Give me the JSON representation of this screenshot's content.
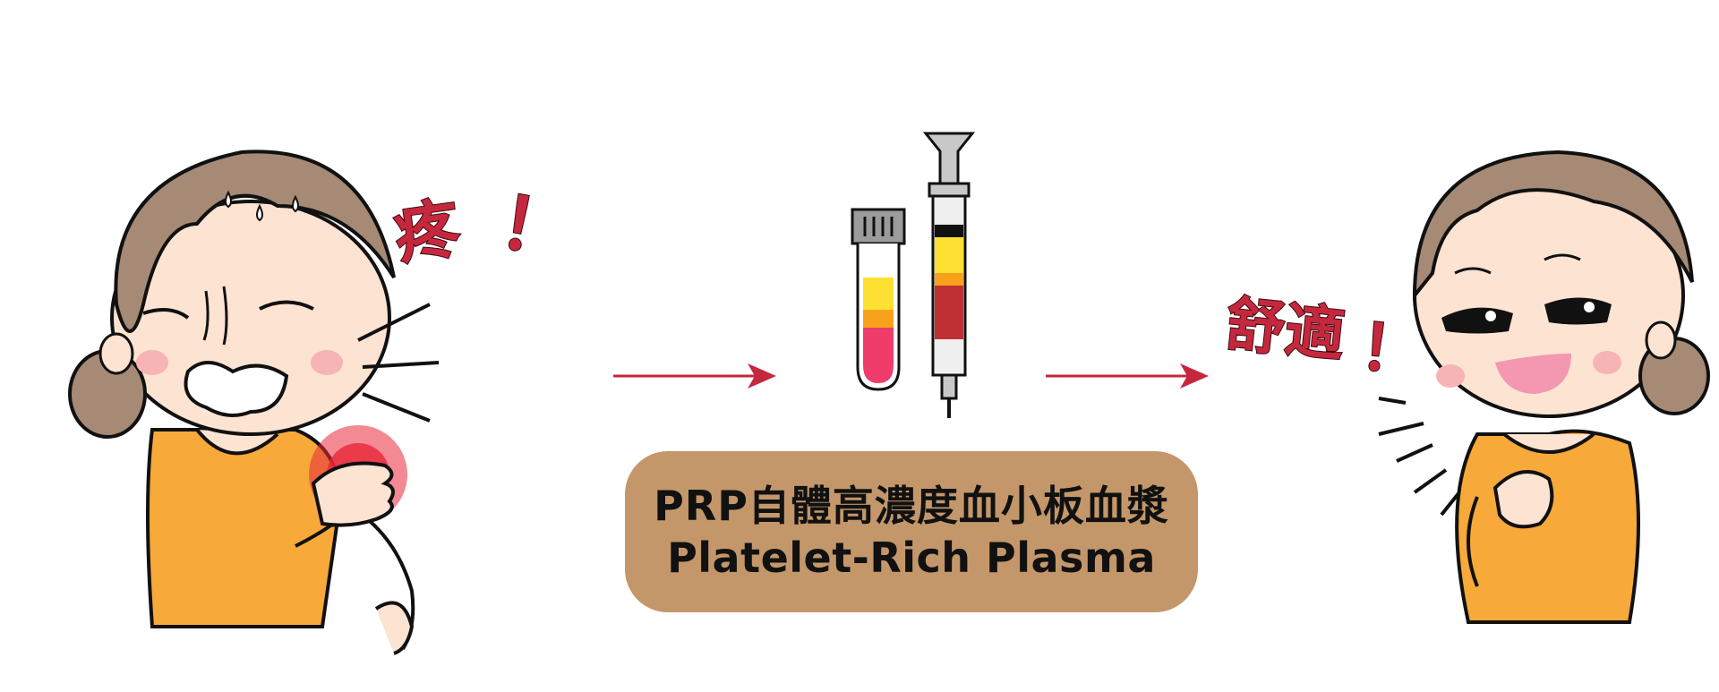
{
  "pain_person": {
    "exclamation": "疼",
    "bang": "！"
  },
  "relief_person": {
    "exclamation": "舒適",
    "bang": "！"
  },
  "label": {
    "line1": "PRP自體高濃度血小板血漿",
    "line2": "Platelet-Rich Plasma"
  },
  "colors": {
    "hair": "#a68a76",
    "shirt": "#f7a93a",
    "skin": "#fde3d2",
    "arrow": "#c5283d",
    "label_bg": "#c4976a",
    "blood_red": "#bf3035",
    "plasma_yellow": "#fde031",
    "buffy_orange": "#f8a21c",
    "tube_pink": "#ef3c6a"
  },
  "icons": [
    "pain-person-illustration",
    "test-tube-icon",
    "syringe-icon",
    "happy-person-illustration",
    "arrow-right-icon"
  ]
}
